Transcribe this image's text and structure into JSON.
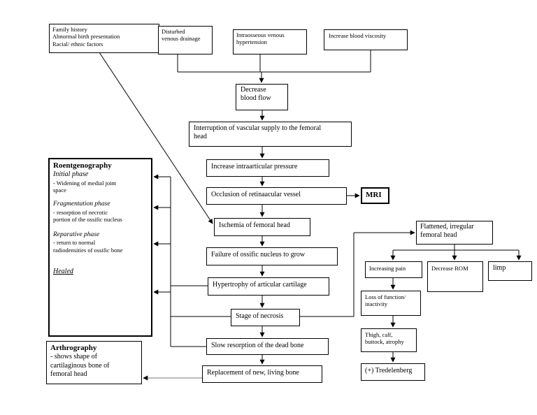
{
  "diagram": {
    "risk_factors": "Family history\nAbnormal birth presentation\nRacial/ ethnic factors",
    "venous_drainage": "Disturbed\nvenous drainage",
    "venous_hypertension": "Intraosseous venous\nhypertension",
    "blood_viscosity": "Increase blood viscosity",
    "blood_flow": "Decrease\nblood flow",
    "vascular_interruption": "Interruption of vascular supply to the femoral\nhead",
    "intraarticular_pressure": "Increase intraarticular pressure",
    "occlusion": "Occlusion of retinaacular vessel",
    "mri": "MRI",
    "ischemia": "Ischemia of femoral head",
    "failure_nucleus": "Failure of ossific nucleus to grow",
    "hypertrophy": "Hypertrophy of articular cartilage",
    "necrosis": "Stage of necrosis",
    "slow_resorption": "Slow resorption  of  the dead bone",
    "replacement": "Replacement of new, living bone",
    "roentgenography": {
      "title": "Roentgenography",
      "initial_phase": "Initial phase",
      "initial_desc": "  - Widening of medial joint\nspace",
      "fragmentation_phase": "Fragmentation phase",
      "fragmentation_desc": "   - resorption of necrotic\nportion of the ossific nucleus",
      "reparative_phase": "Reparative phase",
      "reparative_desc": "   -     return to normal\nradiodensities of ossific bone",
      "healed": "Healed"
    },
    "arthrography": {
      "title": "Arthrography",
      "desc": "- shows shape of\ncartilaginous bone of\nfemoral head"
    },
    "flattened_head": "Flattened, irregular\nfemoral head",
    "increasing_pain": "Increasing pain",
    "decrease_rom": "Decrease ROM",
    "limp": "limp",
    "loss_function": "Loss of function/\ninactivity",
    "atrophy": "Thigh, calf,\nbuttock, atrophy",
    "tredelenberg": "(+) Tredelenberg"
  }
}
